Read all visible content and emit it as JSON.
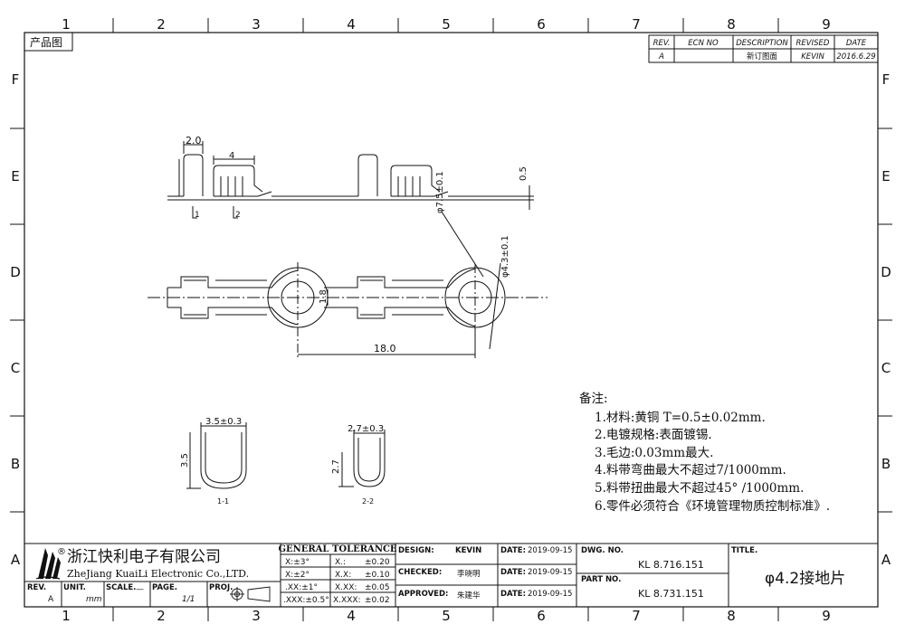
{
  "grid": {
    "columns": [
      "1",
      "2",
      "3",
      "4",
      "5",
      "6",
      "7",
      "8",
      "9"
    ],
    "rows": [
      "F",
      "E",
      "D",
      "C",
      "B",
      "A"
    ]
  },
  "corner_label": "产品图",
  "revision_table": {
    "headers": [
      "REV.",
      "ECN NO",
      "DESCRIPTION",
      "REVISED",
      "DATE"
    ],
    "row": [
      "A",
      "",
      "新订图面",
      "KEVIN",
      "2016.6.29"
    ]
  },
  "dimensions": {
    "side_height": "2.0",
    "side_pitch": "4",
    "thickness": "0.5",
    "ref_1": "1",
    "ref_2": "2",
    "outer_dia": "φ7.5±0.1",
    "inner_dia": "φ4.3±0.1",
    "neck": "1.8",
    "pitch": "18.0",
    "sec1_width": "3.5±0.3",
    "sec1_height": "3.5",
    "sec1_name": "1-1",
    "sec2_width": "2.7±0.3",
    "sec2_height": "2.7",
    "sec2_name": "2-2"
  },
  "notes": {
    "title": "备注:",
    "items": [
      "1.材料:黄铜 T=0.5±0.02mm.",
      "2.电镀规格:表面镀锡.",
      "3.毛边:0.03mm最大.",
      "4.料带弯曲最大不超过7/1000mm.",
      "5.料带扭曲最大不超过45° /1000mm.",
      "6.零件必须符合《环境管理物质控制标准》."
    ]
  },
  "company": {
    "name_cn": "浙江快利电子有限公司",
    "name_en": "ZheJiang KuaiLi Electronic Co.,LTD.",
    "registered": "®"
  },
  "title_block": {
    "rev_label": "REV.",
    "rev_value": "A",
    "unit_label": "UNIT.",
    "unit_value": "mm",
    "scale_label": "SCALE.",
    "scale_value": "—",
    "page_label": "PAGE.",
    "page_value": "1/1",
    "proj_label": "PROJ.",
    "tolerance_title": "GENERAL TOLERANCE",
    "tolerance_rows": [
      [
        "X:±3°",
        "X.:",
        "±0.20"
      ],
      [
        "X:±2°",
        "X.X:",
        "±0.10"
      ],
      [
        ".XX:±1°",
        "X.XX:",
        "±0.05"
      ],
      [
        ".XXX:±0.5°",
        "X.XXX:",
        "±0.02"
      ]
    ],
    "design_label": "DESIGN:",
    "design_value": "KEVIN",
    "checked_label": "CHECKED:",
    "checked_value": "李晓明",
    "approved_label": "APPROVED:",
    "approved_value": "朱建华",
    "date_label": "DATE:",
    "dates": [
      "2019-09-15",
      "2019-09-15",
      "2019-09-15"
    ],
    "dwg_label": "DWG. NO.",
    "dwg_value": "KL 8.716.151",
    "part_label": "PART NO.",
    "part_value": "KL 8.731.151",
    "title_label": "TITLE.",
    "title_value": "φ4.2接地片"
  }
}
